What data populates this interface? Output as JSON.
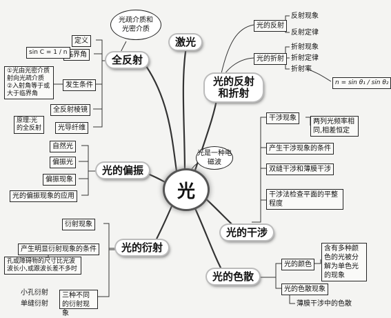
{
  "center": "光",
  "em_wave": "光是一种电磁波",
  "branches": {
    "laser": "激光",
    "total_reflection": "全反射",
    "reflection_refraction": "光的反射和折射",
    "polarization": "光的偏振",
    "diffraction": "光的衍射",
    "interference": "光的干涉",
    "dispersion": "光的色散"
  },
  "total_reflection": {
    "cloud": "光疏介质和光密介质",
    "definition": "定义",
    "critical_angle": "临界角",
    "formula": "sin C = 1 / n",
    "conditions": "发生条件",
    "conditions_detail": "①光由光密介质射向光疏介质 ②入射角等于或大于临界角",
    "prism": "全反射棱镜",
    "fiber": "光导纤维",
    "fiber_principle": "原理:光的全反射"
  },
  "reflection_refraction": {
    "reflection": "光的反射",
    "reflection_phenomenon": "反射现象",
    "reflection_law": "反射定律",
    "refraction": "光的折射",
    "refraction_phenomenon": "折射现象",
    "refraction_law": "折射定律",
    "refractive_index": "折射率",
    "n_formula": "n = sin θ₁ / sin θ₂"
  },
  "polarization": {
    "natural": "自然光",
    "polarized": "偏振光",
    "phenomenon": "偏振现象",
    "application": "光的偏振现象的应用"
  },
  "interference": {
    "phenomenon": "干涉现象",
    "coherent": "两列光频率相同,相差恒定",
    "conditions": "产生干涉现象的条件",
    "double_slit": "双缝干涉和薄膜干涉",
    "flatness": "干涉法检查平面的平整程度"
  },
  "diffraction": {
    "phenomenon": "衍射现象",
    "conditions": "产生明显衍射现象的条件",
    "conditions_detail": "孔或障碍物的尺寸比光波波长小,或跟波长差不多时",
    "pinhole": "小孔衍射",
    "single_slit": "单缝衍射",
    "three_types": "三种不同的衍射现象"
  },
  "dispersion": {
    "color": "光的颜色",
    "white_light": "含有多种颜色的光被分解为单色光的现象",
    "phenomenon": "光的色散现象",
    "thin_film": "薄膜干涉中的色散"
  }
}
